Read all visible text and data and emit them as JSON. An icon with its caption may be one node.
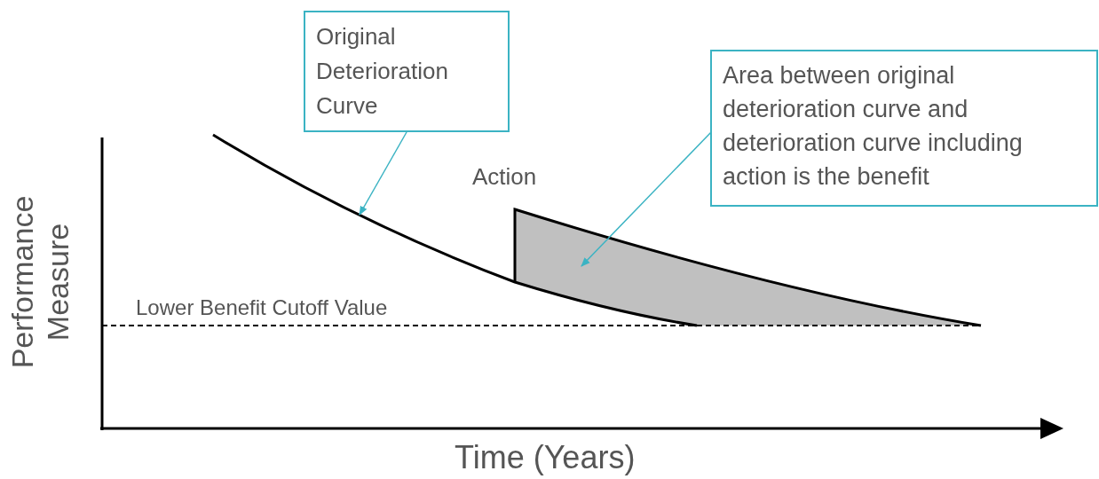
{
  "diagram": {
    "nodes": [
      {
        "text": [
          "Original Deterioration Curve"
        ]
      },
      {
        "text": [],
        "shape": "curve"
      },
      {
        "text": [
          "Area between original deterioration curve and deterioration curve including action is the benefit"
        ]
      },
      {
        "text": [],
        "shape": "area"
      }
    ],
    "edges": [
      {
        "from": 0,
        "to": 1,
        "arrow": "to",
        "color": "#3bb3c3"
      },
      {
        "from": 2,
        "to": 3,
        "arrow": "to",
        "color": "#3bb3c3"
      }
    ],
    "labels": [
      "Action",
      "Lower Benefit Cutoff Value",
      "Performance Measure",
      "Time (Years)"
    ]
  }
}
